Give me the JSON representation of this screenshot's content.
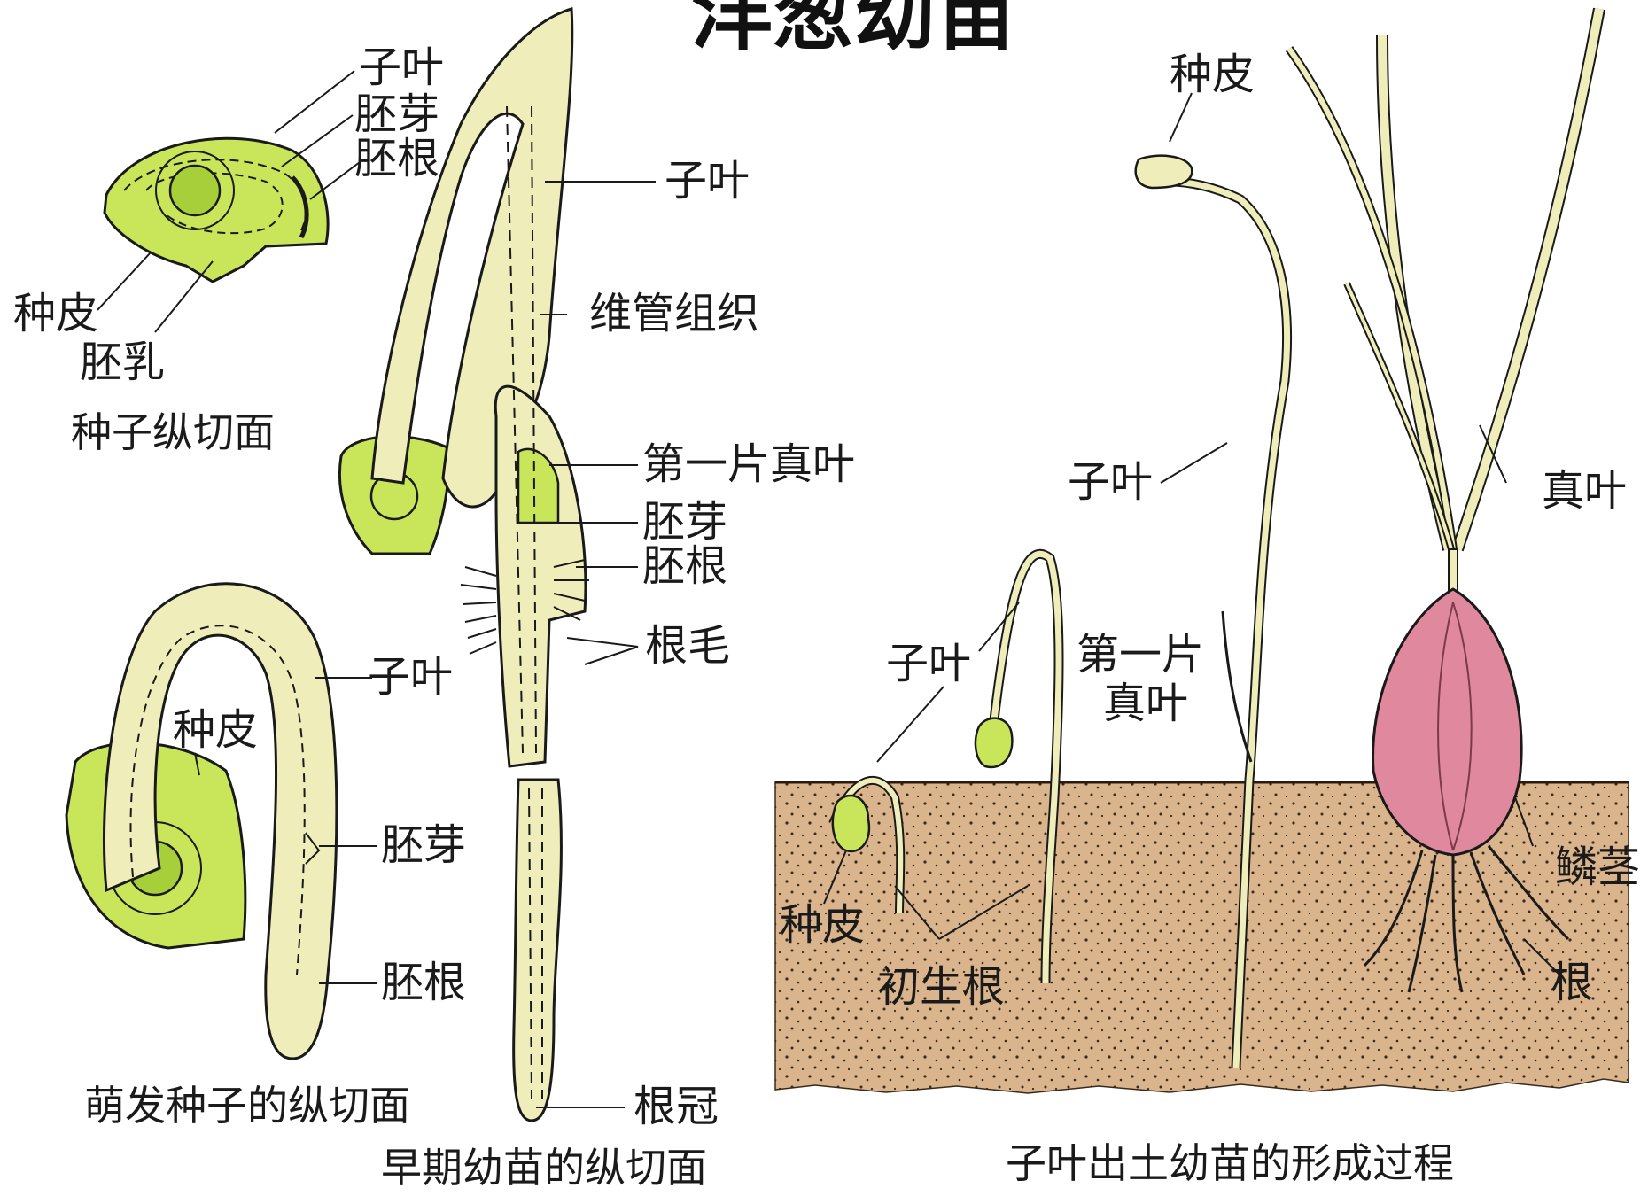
{
  "title": "洋葱幼苗",
  "colors": {
    "seedling": "#efeebb",
    "embryo": "#c9e65a",
    "embryo_dark": "#a6cf3a",
    "soil": "#d9b48c",
    "bulb": "#e0899e",
    "outline": "#1a1a1a"
  },
  "panels": {
    "seed_section": {
      "caption": "种子纵切面",
      "labels": {
        "cotyledon": "子叶",
        "plumule": "胚芽",
        "radicle": "胚根",
        "seed_coat": "种皮",
        "endosperm": "胚乳"
      }
    },
    "germinating_seed": {
      "caption": "萌发种子的纵切面",
      "labels": {
        "seed_coat": "种皮",
        "cotyledon": "子叶",
        "plumule": "胚芽",
        "radicle": "胚根"
      }
    },
    "early_seedling": {
      "caption": "早期幼苗的纵切面",
      "labels": {
        "cotyledon": "子叶",
        "vascular_tissue": "维管组织",
        "first_true_leaf": "第一片真叶",
        "plumule": "胚芽",
        "radicle": "胚根",
        "root_hair": "根毛",
        "root_cap": "根冠"
      }
    },
    "emergence": {
      "caption": "子叶出土幼苗的形成过程",
      "labels": {
        "cotyledon_a": "子叶",
        "seed_coat_a": "种皮",
        "primary_root": "初生根",
        "first_true_leaf_line1": "第一片",
        "first_true_leaf_line2": "真叶",
        "seed_coat_b": "种皮",
        "cotyledon_b": "子叶",
        "true_leaf": "真叶",
        "bulb": "鳞茎",
        "root": "根"
      }
    }
  }
}
